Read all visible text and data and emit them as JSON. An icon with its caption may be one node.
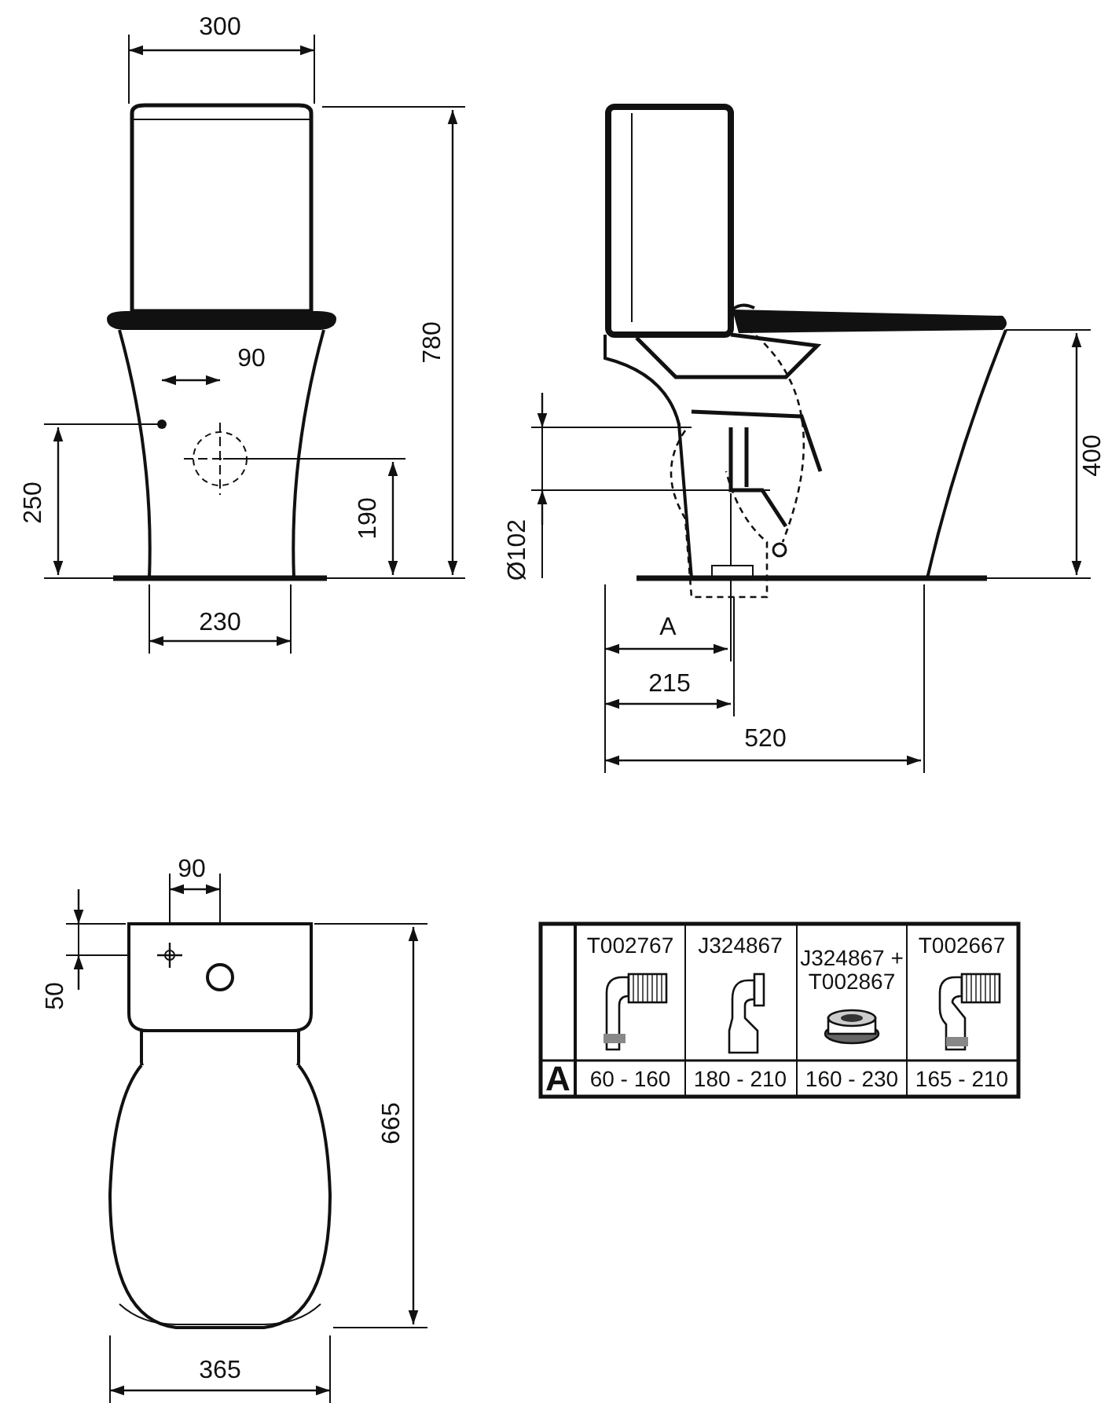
{
  "diagram": {
    "labels": [
      "300",
      "780",
      "90",
      "250",
      "190",
      "230",
      "400",
      "Ø102",
      "A",
      "215",
      "520",
      "90",
      "50",
      "665",
      "365",
      "T002767",
      "J324867",
      "J324867 + T002867",
      "T002667",
      "A",
      "60 - 160",
      "180 - 210",
      "160 - 230",
      "165 - 210"
    ]
  }
}
